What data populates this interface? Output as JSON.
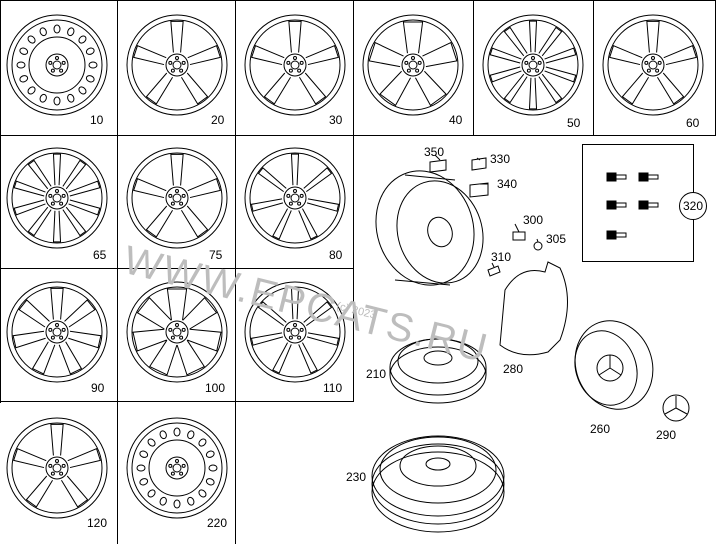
{
  "watermark": {
    "text": "WWW.EPCATS.RU",
    "year": "(c) 2023"
  },
  "grid_labels": [
    "10",
    "20",
    "30",
    "40",
    "50",
    "60",
    "65",
    "75",
    "80",
    "90",
    "100",
    "110",
    "120",
    "220"
  ],
  "part_labels": {
    "p350": "350",
    "p330": "330",
    "p340": "340",
    "p300": "300",
    "p305": "305",
    "p310": "310",
    "p320": "320",
    "p210": "210",
    "p280": "280",
    "p260": "260",
    "p290": "290",
    "p230": "230"
  }
}
